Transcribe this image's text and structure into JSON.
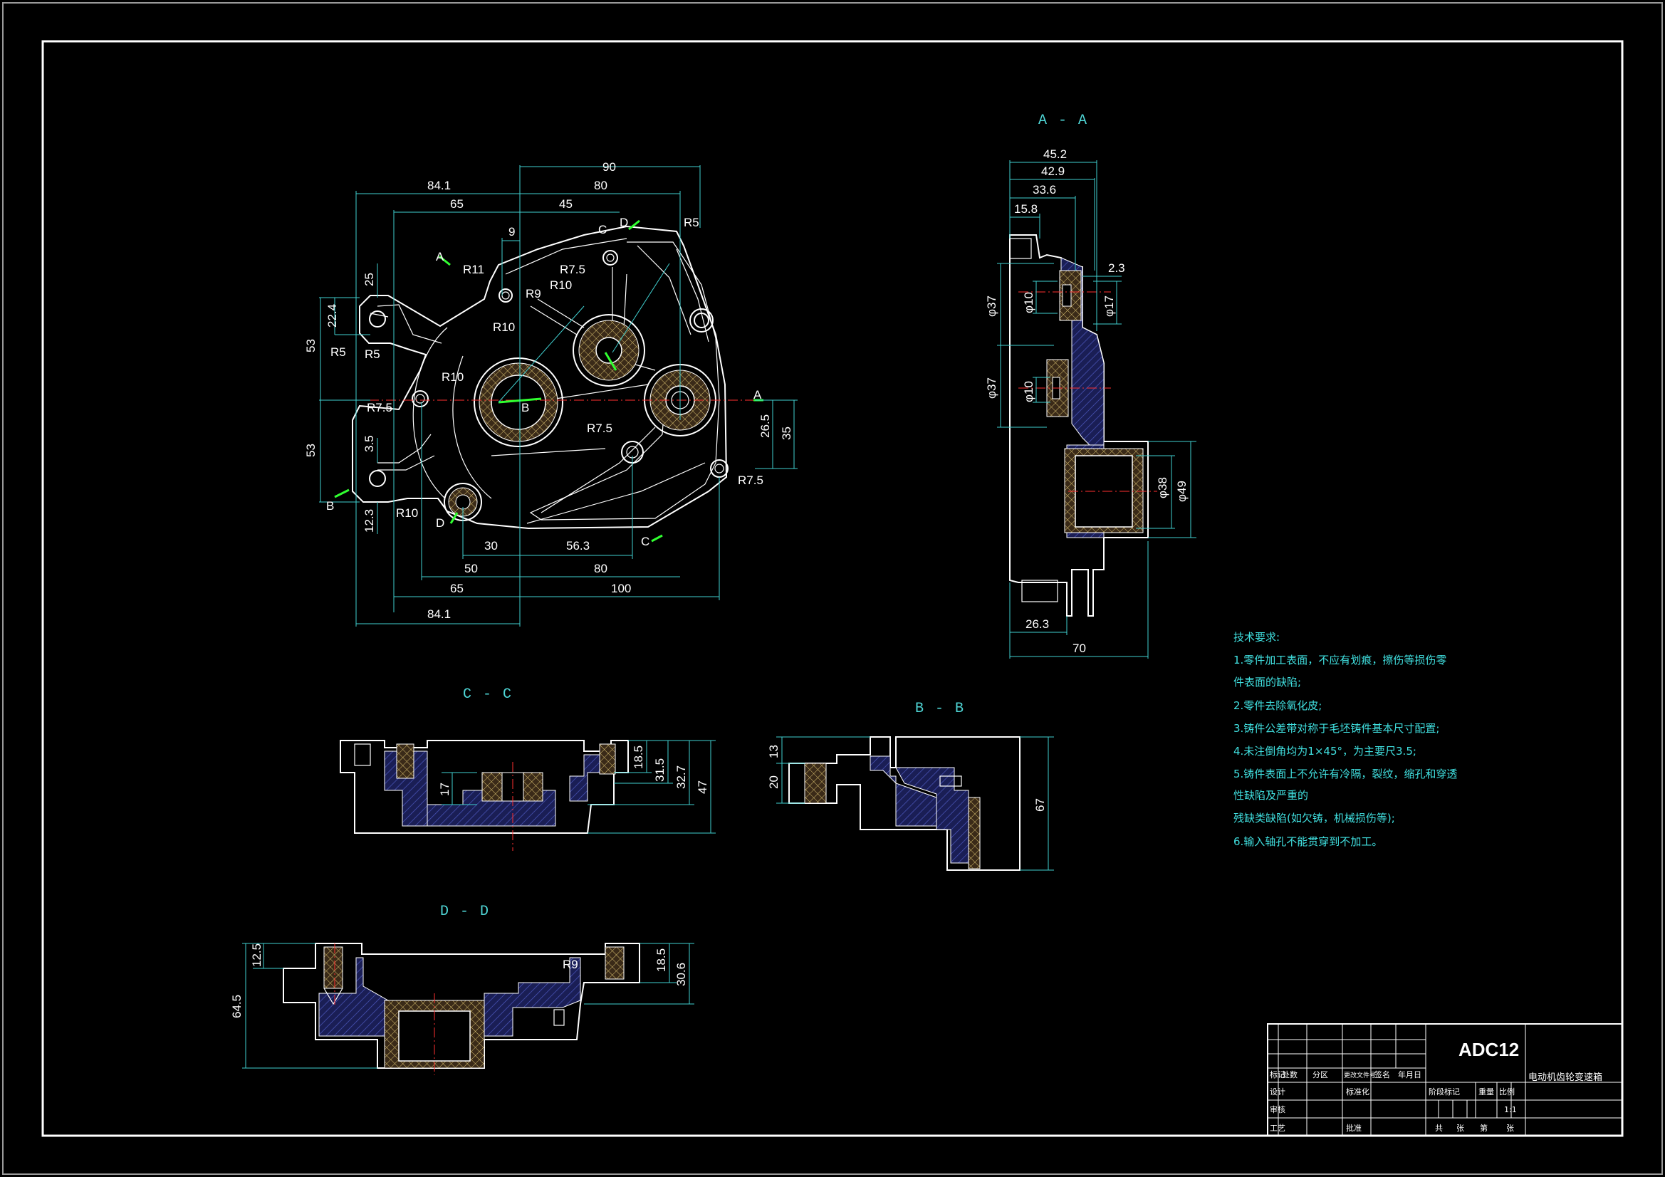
{
  "drawing": {
    "material": "ADC12",
    "section_labels": {
      "aa": "A - A",
      "bb": "B - B",
      "cc": "C - C",
      "dd": "D - D"
    },
    "cut_letters": [
      "A",
      "A",
      "B",
      "B",
      "C",
      "C",
      "D",
      "D"
    ],
    "main_view_dims": [
      "84.1",
      "65",
      "9",
      "90",
      "80",
      "45",
      "R5",
      "R11",
      "R7.5",
      "R10",
      "R9",
      "R10",
      "R5",
      "R5",
      "25",
      "22.4",
      "53",
      "53",
      "R10",
      "R7.5",
      "3.5",
      "R7.5",
      "26.5",
      "35",
      "R7.5",
      "12.3",
      "R10",
      "30",
      "56.3",
      "50",
      "80",
      "65",
      "100",
      "84.1"
    ],
    "aa_dims": [
      "45.2",
      "42.9",
      "33.6",
      "15.8",
      "2.3",
      "φ37",
      "φ10",
      "φ17",
      "φ37",
      "φ10",
      "φ38",
      "φ49",
      "26.3",
      "70"
    ],
    "cc_dims": [
      "18.5",
      "31.5",
      "32.7",
      "47",
      "17"
    ],
    "bb_dims": [
      "13",
      "20",
      "67"
    ],
    "dd_dims": [
      "12.5",
      "64.5",
      "R9",
      "18.5",
      "30.6"
    ]
  },
  "notes": {
    "heading": "技术要求:",
    "lines": [
      "1.零件加工表面，不应有划痕，擦伤等损伤零",
      "件表面的缺陷;",
      "2.零件去除氧化皮;",
      "3.铸件公差带对称于毛坯铸件基本尺寸配置;",
      "4.未注倒角均为1×45°，为主要尺3.5;",
      "5.铸件表面上不允许有冷隔，裂纹，缩孔和穿透",
      "性缺陷及严重的",
      "残缺类缺陷(如欠铸，机械损伤等);",
      "6.输入轴孔不能贯穿到不加工。"
    ]
  },
  "title_block": {
    "material": "ADC12",
    "part_name": "电动机齿轮变速箱",
    "cells": [
      "标记",
      "处数",
      "分区",
      "更改文件号",
      "签名",
      "年月日",
      "设计",
      "标准化",
      "阶段标记",
      "重量",
      "比例",
      "1:1",
      "审核",
      "工艺",
      "批准",
      "共",
      "张",
      "第",
      "张"
    ]
  }
}
